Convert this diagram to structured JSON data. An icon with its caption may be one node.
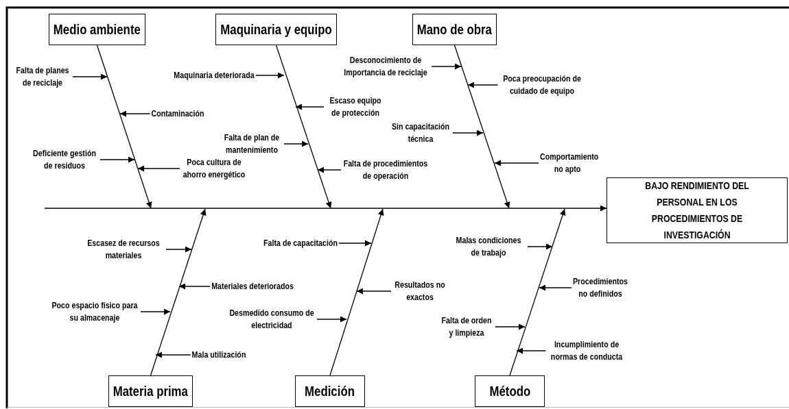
{
  "diagram": {
    "nodes": [
      {
        "text": [
          "Medio ambiente"
        ]
      },
      {
        "text": [
          "Falta de planes de reciclaje"
        ]
      },
      {
        "text": [
          "Contaminación"
        ]
      },
      {
        "text": [
          "Deficiente gestión de residuos"
        ]
      },
      {
        "text": [
          "Poca cultura de ahorro energético"
        ]
      },
      {
        "text": [
          "Maquinaria y equipo"
        ]
      },
      {
        "text": [
          "Maquinaria deteriorada"
        ]
      },
      {
        "text": [
          "Escaso equipo de protección"
        ]
      },
      {
        "text": [
          "Falta de plan de mantenimiento"
        ]
      },
      {
        "text": [
          "Falta de procedimientos de operación"
        ]
      },
      {
        "text": [
          "Mano de obra"
        ]
      },
      {
        "text": [
          "Desconocimiento de Importancia de reciclaje"
        ]
      },
      {
        "text": [
          "Poca preocupación de cuidado de equipo"
        ]
      },
      {
        "text": [
          "Sin capacitación técnica"
        ]
      },
      {
        "text": [
          "Comportamiento no apto"
        ]
      },
      {
        "text": [
          "BAJO RENDIMIENTO DEL PERSONAL EN LOS PROCEDIMIENTOS DE INVESTIGACIÓN"
        ]
      },
      {
        "text": [
          "Materia prima"
        ]
      },
      {
        "text": [
          "Escasez de recursos materiales"
        ]
      },
      {
        "text": [
          "Materiales deteriorados"
        ]
      },
      {
        "text": [
          "Poco espacio físico para su almacenaje"
        ]
      },
      {
        "text": [
          "Mala utilización"
        ]
      },
      {
        "text": [
          "Medición"
        ]
      },
      {
        "text": [
          "Falta de capacitación"
        ]
      },
      {
        "text": [
          "Resultados no exactos"
        ]
      },
      {
        "text": [
          "Desmedido consumo de electricidad"
        ]
      },
      {
        "text": [
          "Método"
        ]
      },
      {
        "text": [
          "Malas condiciones de trabajo"
        ]
      },
      {
        "text": [
          "Procedimientos no definidos"
        ]
      },
      {
        "text": [
          "Falta de orden y limpieza"
        ]
      },
      {
        "text": [
          "Incumplimiento de normas de conducta"
        ]
      }
    ],
    "edges": [
      {
        "from": null,
        "to": 15,
        "arrow": "to"
      },
      {
        "from": 0,
        "to": null,
        "arrow": "to"
      },
      {
        "from": 5,
        "to": null,
        "arrow": "to"
      },
      {
        "from": 10,
        "to": null,
        "arrow": "to"
      },
      {
        "from": 16,
        "to": null,
        "arrow": "to"
      },
      {
        "from": 21,
        "to": null,
        "arrow": "to"
      },
      {
        "from": 25,
        "to": null,
        "arrow": "to"
      },
      {
        "from": 1,
        "to": null,
        "arrow": "to"
      },
      {
        "from": 2,
        "to": null,
        "arrow": "to"
      },
      {
        "from": 3,
        "to": null,
        "arrow": "to"
      },
      {
        "from": 4,
        "to": null,
        "arrow": "to"
      },
      {
        "from": 6,
        "to": null,
        "arrow": "to"
      },
      {
        "from": 7,
        "to": null,
        "arrow": "to"
      },
      {
        "from": 8,
        "to": null,
        "arrow": "to"
      },
      {
        "from": 9,
        "to": null,
        "arrow": "to"
      },
      {
        "from": 11,
        "to": null,
        "arrow": "to"
      },
      {
        "from": 12,
        "to": null,
        "arrow": "to"
      },
      {
        "from": 13,
        "to": null,
        "arrow": "to"
      },
      {
        "from": 14,
        "to": null,
        "arrow": "to"
      },
      {
        "from": 17,
        "to": null,
        "arrow": "to"
      },
      {
        "from": 18,
        "to": null,
        "arrow": "to"
      },
      {
        "from": 19,
        "to": null,
        "arrow": "to"
      },
      {
        "from": 20,
        "to": null,
        "arrow": "to"
      },
      {
        "from": 22,
        "to": null,
        "arrow": "to"
      },
      {
        "from": 23,
        "to": null,
        "arrow": "to"
      },
      {
        "from": 24,
        "to": null,
        "arrow": "to"
      },
      {
        "from": 26,
        "to": null,
        "arrow": "to"
      },
      {
        "from": 27,
        "to": null,
        "arrow": "to"
      },
      {
        "from": 28,
        "to": null,
        "arrow": "to"
      },
      {
        "from": 29,
        "to": null,
        "arrow": "to"
      }
    ]
  }
}
